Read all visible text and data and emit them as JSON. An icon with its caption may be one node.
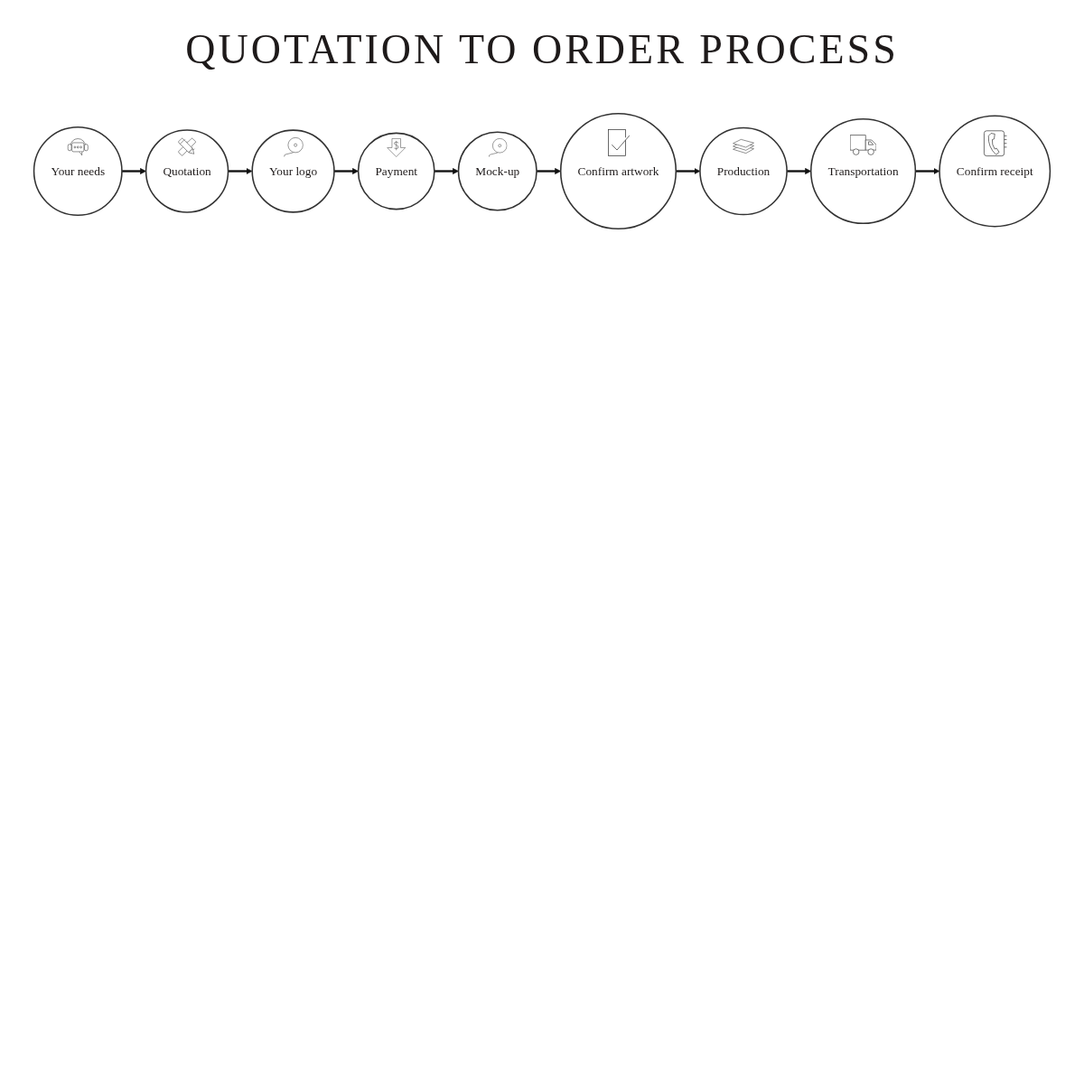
{
  "diagram": {
    "title": "QUOTATION TO ORDER PROCESS",
    "nodes": [
      {
        "text": [
          "Your needs"
        ]
      },
      {
        "text": [
          "Quotation"
        ]
      },
      {
        "text": [
          "Your logo"
        ]
      },
      {
        "text": [
          "Confirm artwork"
        ]
      },
      {
        "text": [
          "Mock-up"
        ]
      },
      {
        "text": [
          "Payment"
        ]
      },
      {
        "text": [
          "Production"
        ]
      },
      {
        "text": [
          "Transportation"
        ]
      },
      {
        "text": [
          "Confirm receipt"
        ]
      }
    ],
    "edges": [
      {
        "from": 0,
        "to": 1,
        "arrow": "to"
      },
      {
        "from": 1,
        "to": 2,
        "arrow": "to"
      },
      {
        "from": 2,
        "to": 5,
        "arrow": "to"
      },
      {
        "from": 5,
        "to": 4,
        "arrow": "to"
      },
      {
        "from": 4,
        "to": 3,
        "arrow": "to"
      },
      {
        "from": 3,
        "to": 6,
        "arrow": "to"
      },
      {
        "from": 6,
        "to": 7,
        "arrow": "to"
      },
      {
        "from": 7,
        "to": 8,
        "arrow": "to"
      }
    ]
  }
}
